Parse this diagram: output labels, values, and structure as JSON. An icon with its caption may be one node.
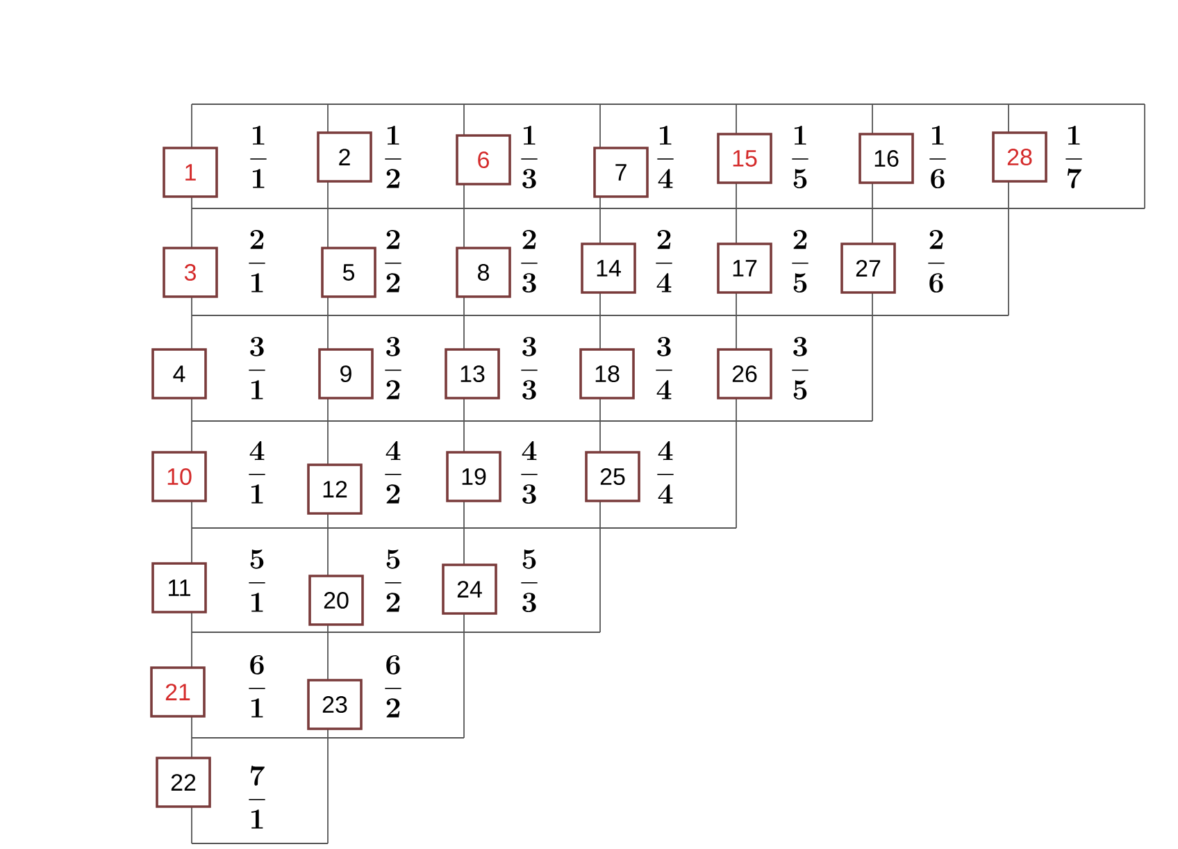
{
  "diagram": {
    "nodes": [
      {
        "text": [
          "1"
        ],
        "beside": [
          "\\frac{1}{1}"
        ]
      },
      {
        "text": [
          "2"
        ],
        "beside": [
          "\\frac{1}{2}"
        ]
      },
      {
        "text": [
          "6"
        ],
        "beside": [
          "\\frac{1}{3}"
        ]
      },
      {
        "text": [
          "7"
        ],
        "beside": [
          "\\frac{1}{4}"
        ]
      },
      {
        "text": [
          "15"
        ],
        "beside": [
          "\\frac{1}{5}"
        ]
      },
      {
        "text": [
          "16"
        ],
        "beside": [
          "\\frac{1}{6}"
        ]
      },
      {
        "text": [
          "28"
        ],
        "beside": [
          "\\frac{1}{7}"
        ]
      },
      {
        "text": [
          "3"
        ],
        "beside": [
          "\\frac{2}{1}"
        ]
      },
      {
        "text": [
          "5"
        ],
        "beside": [
          "\\frac{2}{2}"
        ]
      },
      {
        "text": [
          "8"
        ],
        "beside": [
          "\\frac{2}{3}"
        ]
      },
      {
        "text": [
          "14"
        ],
        "beside": [
          "\\frac{2}{4}"
        ]
      },
      {
        "text": [
          "17"
        ],
        "beside": [
          "\\frac{2}{5}"
        ]
      },
      {
        "text": [
          "27"
        ],
        "beside": [
          "\\frac{2}{6}"
        ]
      },
      {
        "text": [
          "4"
        ],
        "beside": [
          "\\frac{3}{1}"
        ]
      },
      {
        "text": [
          "9"
        ],
        "beside": [
          "\\frac{3}{2}"
        ]
      },
      {
        "text": [
          "13"
        ],
        "beside": [
          "\\frac{3}{3}"
        ]
      },
      {
        "text": [
          "18"
        ],
        "beside": [
          "\\frac{3}{4}"
        ]
      },
      {
        "text": [
          "26"
        ],
        "beside": [
          "\\frac{3}{5}"
        ]
      },
      {
        "text": [
          "10"
        ],
        "beside": [
          "\\frac{4}{1}"
        ]
      },
      {
        "text": [
          "12"
        ],
        "beside": [
          "\\frac{4}{2}"
        ]
      },
      {
        "text": [
          "19"
        ],
        "beside": [
          "\\frac{4}{3}"
        ]
      },
      {
        "text": [
          "25"
        ],
        "beside": [
          "\\frac{4}{4}"
        ]
      },
      {
        "text": [
          "11"
        ],
        "beside": [
          "\\frac{5}{1}"
        ]
      },
      {
        "text": [
          "20"
        ],
        "beside": [
          "\\frac{5}{2}"
        ]
      },
      {
        "text": [
          "24"
        ],
        "beside": [
          "\\frac{5}{3}"
        ]
      },
      {
        "text": [
          "21"
        ],
        "beside": [
          "\\frac{6}{1}"
        ]
      },
      {
        "text": [
          "23"
        ],
        "beside": [
          "\\frac{6}{2}"
        ]
      },
      {
        "text": [
          "22"
        ],
        "beside": [
          "\\frac{7}{1}"
        ]
      }
    ]
  }
}
